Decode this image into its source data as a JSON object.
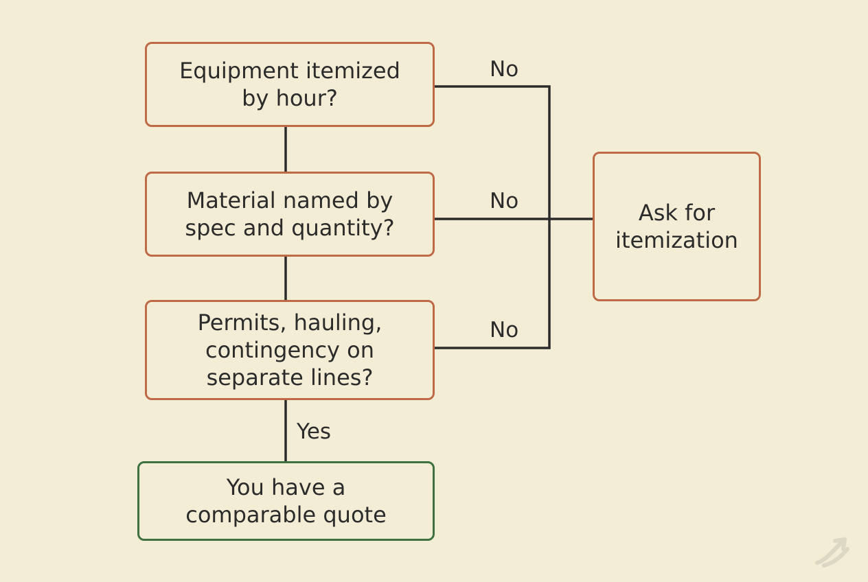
{
  "diagram": {
    "nodes": {
      "equipment": "Equipment itemized\nby hour?",
      "material": "Material named by\nspec and quantity?",
      "permits": "Permits, hauling,\ncontingency on\nseparate lines?",
      "ask": "Ask for\nitemization",
      "comparable": "You have a\ncomparable quote"
    },
    "edge_labels": {
      "equipment_no": "No",
      "material_no": "No",
      "permits_no": "No",
      "permits_yes": "Yes"
    },
    "colors": {
      "background": "#f4edd6",
      "question_border": "#bf6a47",
      "result_border": "#3f7140",
      "connector": "#2b2b2b",
      "text": "#2b2b2b"
    },
    "watermark_icon": "arrow-logo-icon"
  }
}
